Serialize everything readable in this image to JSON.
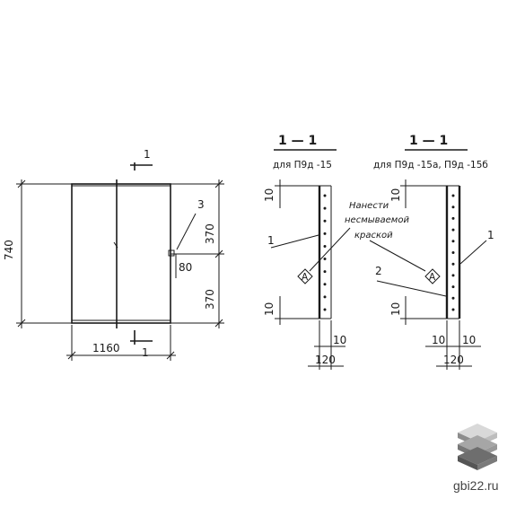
{
  "drawing": {
    "plan": {
      "section_mark": "1",
      "height_dim": "740",
      "width_dim": "1160",
      "upper_dim": "370",
      "lower_dim": "370",
      "callout_3": "3",
      "dim_80": "80"
    },
    "section_a": {
      "title": "1 — 1",
      "subtitle": "для  П9д -15",
      "dim_top": "10",
      "dim_bottom": "10",
      "dim_side": "10",
      "dim_width": "120",
      "callout_1": "1"
    },
    "section_b": {
      "title": "1 — 1",
      "subtitle": "для  П9д -15а, П9д -15б",
      "dim_top": "10",
      "dim_bottom": "10",
      "dim_left": "10",
      "dim_right": "10",
      "dim_width": "120",
      "callout_1": "1",
      "callout_2": "2"
    },
    "note": {
      "line1": "Нанести",
      "line2": "несмываемой",
      "line3": "краской",
      "mark": "А"
    }
  },
  "logo": {
    "text": "gbi22.ru",
    "colors": {
      "top": "#d9d9d9",
      "middle": "#a6a6a6",
      "bottom": "#6e6e6e"
    }
  }
}
